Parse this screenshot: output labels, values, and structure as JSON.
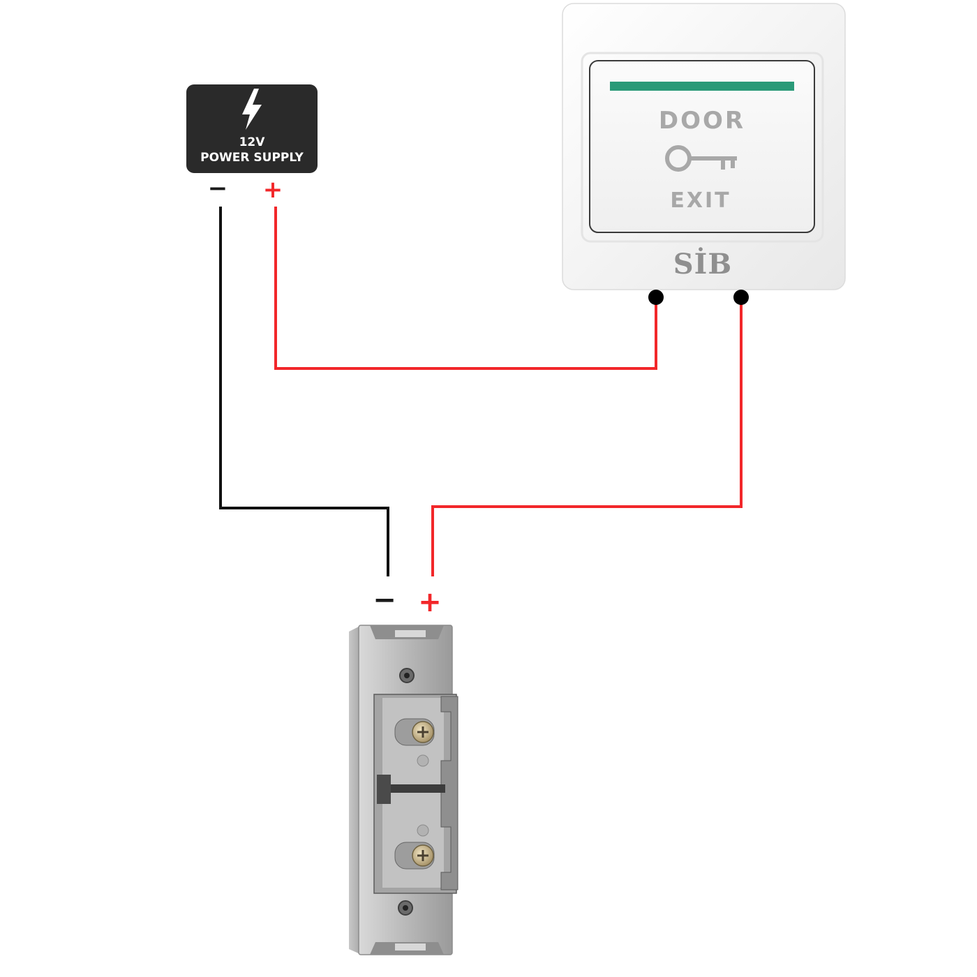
{
  "power_supply": {
    "line1": "12V",
    "line2": "POWER SUPPLY",
    "icon": "lightning-bolt-icon",
    "neg_sign": "−",
    "pos_sign": "+"
  },
  "exit_button": {
    "label_top": "DOOR",
    "label_bottom": "EXIT",
    "brand": "SİB",
    "icon": "key-icon",
    "indicator_color": "#2a9a78"
  },
  "strike_lock": {
    "neg_sign": "−",
    "pos_sign": "+"
  },
  "colors": {
    "positive_wire": "#f2272a",
    "negative_wire": "#111111",
    "psu_body": "#2a2a2a"
  }
}
